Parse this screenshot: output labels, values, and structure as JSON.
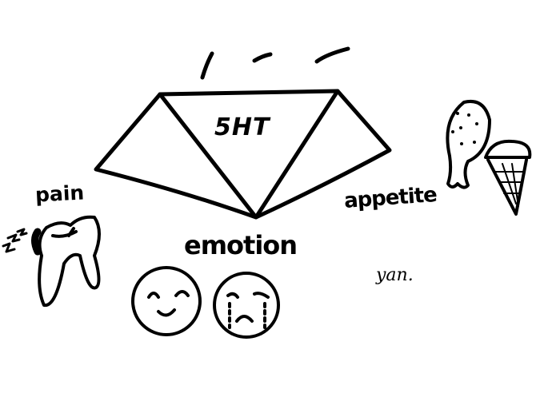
{
  "diagram": {
    "center_label": "5HT",
    "nodes": [
      {
        "id": "pain",
        "label": "pain",
        "illustration": "aching-tooth"
      },
      {
        "id": "emotion",
        "label": "emotion",
        "illustration": "happy-and-crying-faces"
      },
      {
        "id": "appetite",
        "label": "appetite",
        "illustration": "drumstick-and-ice-cream"
      }
    ],
    "signature": "yan.",
    "colors": {
      "ink": "#000000",
      "background": "#ffffff"
    }
  }
}
